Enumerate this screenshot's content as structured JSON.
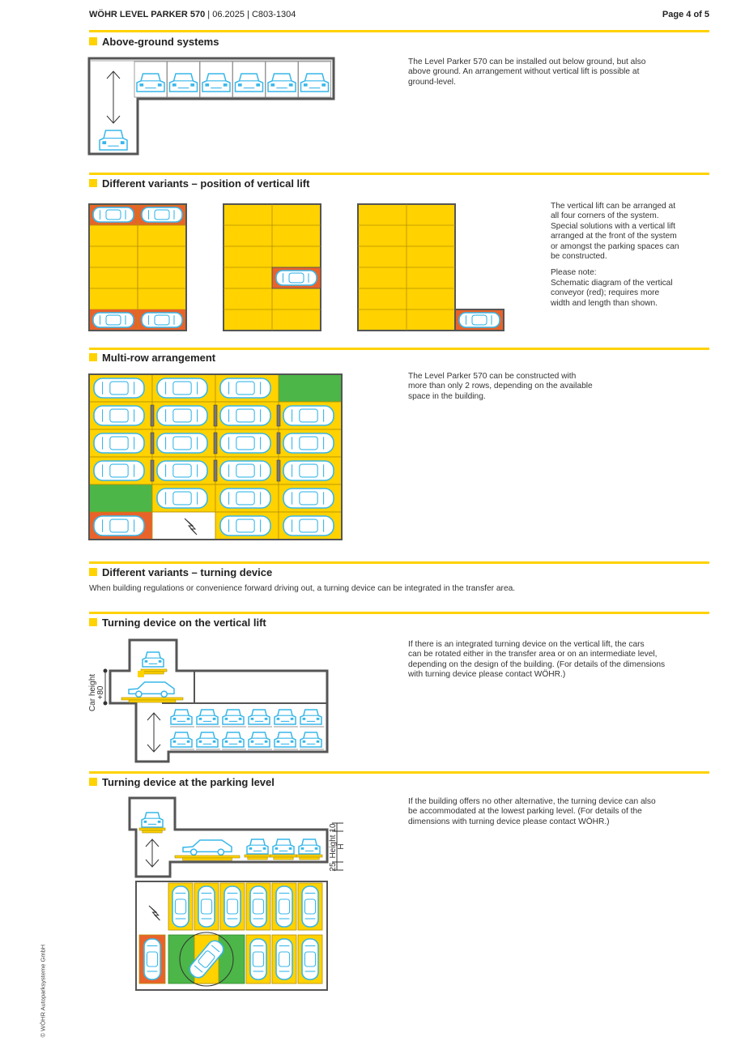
{
  "header": {
    "product": "WÖHR LEVEL PARKER 570",
    "date": "06.2025",
    "code": "C803-1304",
    "page": "Page 4 of 5"
  },
  "sections": {
    "above_ground": {
      "title": "Above-ground systems",
      "text": [
        "The Level Parker 570 can be installed out below ground, but also",
        "above ground. An arrangement without vertical lift is possible at",
        "ground-level."
      ]
    },
    "variants_lift": {
      "title": "Different variants – position of vertical lift",
      "text": [
        "The vertical lift can be arranged at",
        "all four corners of the system.",
        "Special solutions with a vertical lift",
        "arranged at the front of the system",
        "or amongst the parking spaces can",
        "be constructed."
      ],
      "note": [
        "Please note:",
        "Schematic diagram of the vertical",
        "conveyor (red); requires more",
        "width and length than shown."
      ]
    },
    "multi_row": {
      "title": "Multi-row arrangement",
      "text": [
        "The Level Parker 570 can be constructed with",
        "more than only 2 rows, depending on the available",
        "space in the building."
      ]
    },
    "turning": {
      "title": "Different variants – turning device",
      "text": "When building regulations or convenience forward driving out, a turning device can be integrated in the transfer area."
    },
    "turning_lift": {
      "title": "Turning device on the vertical lift",
      "text": [
        "If there is an integrated turning device on the vertical lift, the cars",
        "can be rotated either in the transfer area or on an intermediate level,",
        "depending on the design of the building. (For details of the dimensions",
        "with turning device please contact WÖHR.)"
      ],
      "dim_label_1": "Car height",
      "dim_label_2": "+80"
    },
    "turning_level": {
      "title": "Turning device at the parking level",
      "text": [
        "If the building offers no other alternative, the turning device can also",
        "be accommodated at the lowest parking level. (For details of the",
        "dimensions with turning device please contact WÖHR.)"
      ],
      "dim_top": "10",
      "dim_height": "Height",
      "dim_h": "H",
      "dim_bottom": "25"
    }
  },
  "copyright": "© WÖHR Autoparksysteme GmbH",
  "colors": {
    "accent": "#ffd200",
    "lift_red": "#e8632b",
    "free_green": "#4cb648",
    "car_blue": "#38b7ea",
    "wall_grey": "#555555"
  }
}
